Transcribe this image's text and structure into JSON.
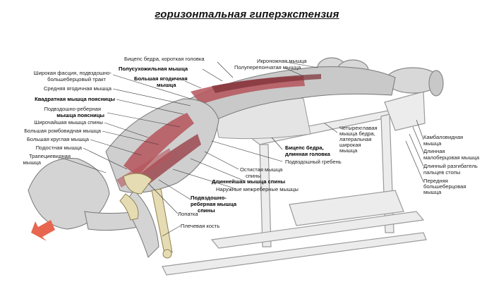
{
  "title": "горизонтальная гиперэкстензия",
  "colors": {
    "muscle": "#b5535a",
    "muscle_dark": "#7a2e35",
    "bone": "#e6dcb4",
    "arrow": "#e8664f",
    "equipment": "#e8e8e8"
  },
  "labels": {
    "l_top_1": "Бицепс бедра, короткая головка",
    "l_top_2": "Полусухожильная мышца",
    "l_top_3a": "Большая ягодичная",
    "l_top_3b": "мышца",
    "l_top_4": "Икроножная мышца",
    "l_top_5": "Полуперепончатая мышца",
    "l_left_1a": "Широкая фасция, подвздошно-",
    "l_left_1b": "большеберцовый тракт",
    "l_left_2": "Средняя ягодичная мышца",
    "l_left_3": "Квадратная мышца поясницы",
    "l_left_4a": "Подвздошно-реберная",
    "l_left_4b": "мышца поясницы",
    "l_left_5": "Широчайшая мышца спины",
    "l_left_6": "Большая ромбовидная мышца",
    "l_left_7": "Большая круглая мышца",
    "l_left_8": "Подостная мышца",
    "l_left_9a": "Трапециевидная",
    "l_left_9b": "мышца",
    "l_mid_1a": "Четырехглавая",
    "l_mid_1b": "мышца бедра,",
    "l_mid_1c": "латеральная",
    "l_mid_1d": "широкая",
    "l_mid_1e": "мышца",
    "l_mid_2a": "Бицепс бедра,",
    "l_mid_2b": "длинная головка",
    "l_mid_3": "Подвздошный гребень",
    "l_mid_4a": "Остистая мышца",
    "l_mid_4b": "спины",
    "l_mid_5": "Длиннейшая мышца спины",
    "l_mid_6": "Наружные межреберные мышцы",
    "l_mid_7a": "Подвздошно-",
    "l_mid_7b": "реберная мышца",
    "l_mid_7c": "спины",
    "l_mid_8": "Лопатка",
    "l_mid_9": "Плечевая кость",
    "l_right_1a": "Камбаловидная",
    "l_right_1b": "мышца",
    "l_right_2a": "Длинная",
    "l_right_2b": "малоберцовая мышца",
    "l_right_3a": "Длинный разгибатель",
    "l_right_3b": "пальцев стопы",
    "l_right_4a": "Передняя",
    "l_right_4b": "большеберцовая",
    "l_right_4c": "мышца"
  }
}
